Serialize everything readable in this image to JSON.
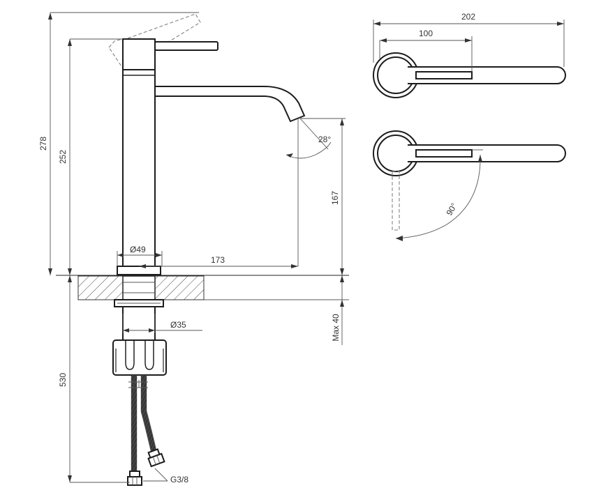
{
  "dimensions": {
    "overall_height": "278",
    "spout_height_top": "252",
    "spout_clearance": "167",
    "base_diameter": "Ø49",
    "spout_reach": "173",
    "tilt_angle": "28°",
    "top_width": "202",
    "lever_length": "100",
    "rotation_angle": "90°",
    "shank_diameter": "Ø35",
    "max_thickness": "Max 40",
    "hose_length": "530",
    "hose_thread": "G3/8"
  }
}
